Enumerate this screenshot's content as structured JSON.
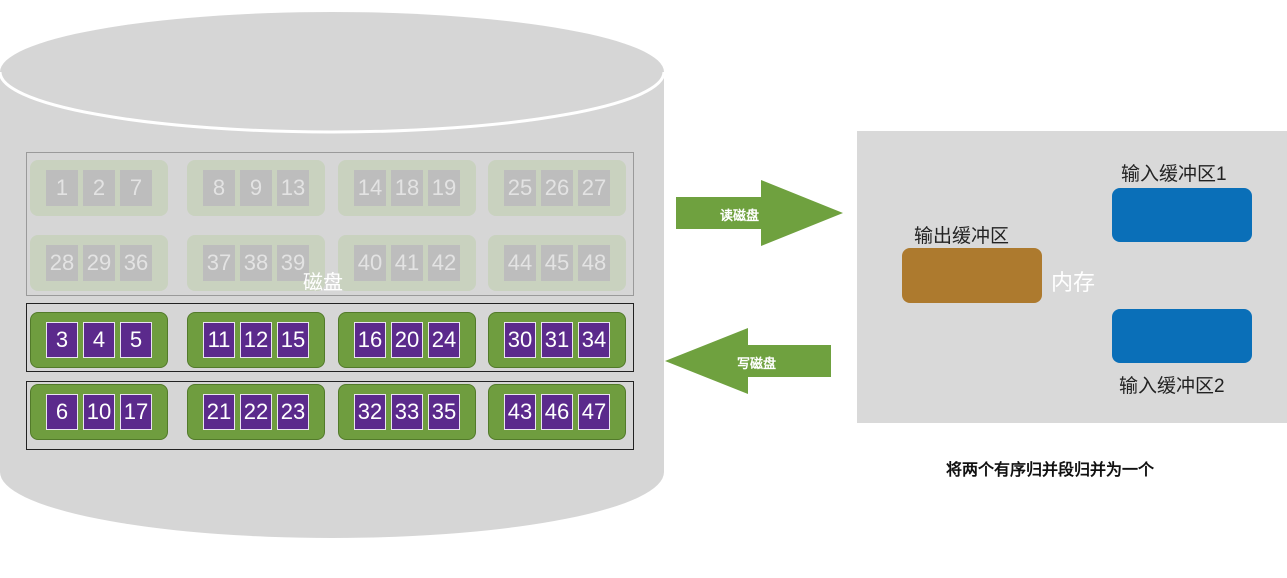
{
  "disk": {
    "label": "磁盘",
    "faded_rows": [
      [
        [
          "1",
          "2",
          "7"
        ],
        [
          "8",
          "9",
          "13"
        ],
        [
          "14",
          "18",
          "19"
        ],
        [
          "25",
          "26",
          "27"
        ]
      ],
      [
        [
          "28",
          "29",
          "36"
        ],
        [
          "37",
          "38",
          "39"
        ],
        [
          "40",
          "41",
          "42"
        ],
        [
          "44",
          "45",
          "48"
        ]
      ]
    ],
    "active_rows": [
      [
        [
          "3",
          "4",
          "5"
        ],
        [
          "11",
          "12",
          "15"
        ],
        [
          "16",
          "20",
          "24"
        ],
        [
          "30",
          "31",
          "34"
        ]
      ],
      [
        [
          "6",
          "10",
          "17"
        ],
        [
          "21",
          "22",
          "23"
        ],
        [
          "32",
          "33",
          "35"
        ],
        [
          "43",
          "46",
          "47"
        ]
      ]
    ]
  },
  "arrows": {
    "read": "读磁盘",
    "write": "写磁盘"
  },
  "memory": {
    "label": "内存",
    "output_buffer": "输出缓冲区",
    "input_buffer_1": "输入缓冲区1",
    "input_buffer_2": "输入缓冲区2"
  },
  "caption": "将两个有序归并段归并为一个",
  "colors": {
    "disk": "#d6d6d6",
    "green": "#6f9d3f",
    "purple": "#5b2a8c",
    "blue": "#0a6fb8",
    "brown": "#ad7a2e",
    "arrow": "#6fa13f"
  }
}
